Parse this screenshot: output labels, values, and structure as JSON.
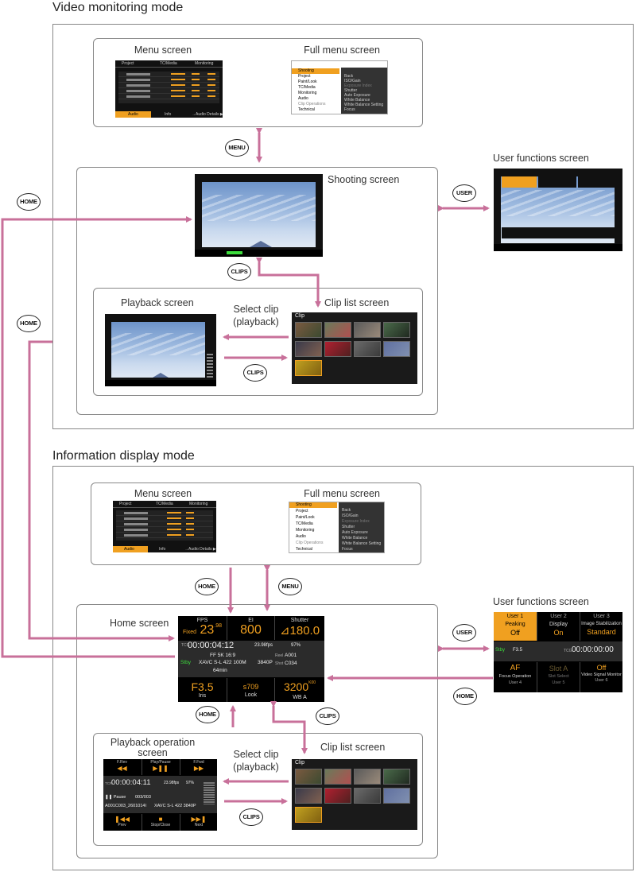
{
  "sections": {
    "video": {
      "title": "Video monitoring mode"
    },
    "info": {
      "title": "Information display mode"
    }
  },
  "labels": {
    "menu_screen": "Menu screen",
    "full_menu_screen": "Full menu screen",
    "shooting_screen": "Shooting screen",
    "user_functions_screen": "User functions screen",
    "playback_screen": "Playback screen",
    "select_clip_line1": "Select clip",
    "select_clip_line2": "(playback)",
    "clip_list_screen": "Clip list screen",
    "home_screen": "Home screen",
    "playback_operation_line1": "Playback operation",
    "playback_operation_line2": "screen"
  },
  "buttons": {
    "menu": "MENU",
    "home": "HOME",
    "user": "USER",
    "clips": "CLIPS"
  },
  "menu_screen": {
    "tabs": [
      "Project",
      "TC/Media",
      "Monitoring"
    ],
    "bottom_tabs": [
      "Audio",
      "Info",
      "→Audio Details ▶"
    ]
  },
  "full_menu": {
    "left_items": [
      "Shooting",
      "Project",
      "Paint/Look",
      "TC/Media",
      "Monitoring",
      "Audio",
      "Clip Operations",
      "Technical"
    ],
    "right_items": [
      "Back",
      "ISO/Gain",
      "Exposure Index",
      "Shutter",
      "Auto Exposure",
      "White Balance",
      "White Balance Setting",
      "Focus"
    ]
  },
  "user_functions": {
    "cells_top": [
      {
        "cap": "User 1",
        "name": "Peaking",
        "value": "Off"
      },
      {
        "cap": "User 2",
        "name": "Display",
        "value": "On"
      },
      {
        "cap": "User 3",
        "name": "Image Stabilization",
        "value": "Standard"
      }
    ],
    "mid_status": "Stby",
    "mid_iris": "F3.5",
    "mid_tc_label": "TCG",
    "mid_tc": "00:00:00:00",
    "cells_bottom": [
      {
        "value": "AF",
        "name": "Focus Operation",
        "cap": "User 4"
      },
      {
        "value": "Slot A",
        "name": "Slot Select",
        "cap": "User 5"
      },
      {
        "value": "Off",
        "name": "Video Signal Monitor",
        "cap": "User 6"
      }
    ]
  },
  "home": {
    "fps_label": "FPS",
    "fps_prefix": "Fixed",
    "fps_value": "23",
    "fps_sup": ".98",
    "ei_label": "EI",
    "ei_value": "800",
    "shutter_label": "Shutter",
    "shutter_value": "⊿180.0",
    "tc_label": "TCG",
    "tc_value": "00:00:04:12",
    "rate": "23.98fps",
    "battery": "97%",
    "format1": "FF 5K 16:9",
    "status": "Stby",
    "codec": "XAVC S-L 422 100M",
    "res": "3840P",
    "reel_label": "Reel",
    "reel": "A001",
    "shot_label": "Shot",
    "shot": "C034",
    "remain": "64min",
    "iris_value": "F3.5",
    "iris_label": "Iris",
    "look_value": "s709",
    "look_label": "Look",
    "wb_value": "3200",
    "wb_sup": "K00",
    "wb_label": "WB A"
  },
  "playback_op": {
    "btn_top": [
      {
        "cap": "F.Rev",
        "glyph": "◀◀"
      },
      {
        "cap": "Play/Pause",
        "glyph": "▶❚❚"
      },
      {
        "cap": "F.Fwd",
        "glyph": "▶▶"
      }
    ],
    "tc_label": "TCR",
    "tc": "00:00:04:11",
    "rate": "23.98fps",
    "battery": "97%",
    "state": "❚❚ Pause",
    "count": "003/003",
    "clip": "A001C003_2601014I",
    "codec": "XAVC S-L 422 3840P",
    "btn_bottom": [
      {
        "glyph": "❚◀◀",
        "cap": "Prev"
      },
      {
        "glyph": "■",
        "cap": "Stop/Close"
      },
      {
        "glyph": "▶▶❚",
        "cap": "Next"
      }
    ]
  },
  "clip_list": {
    "title": "Clip"
  },
  "colors": {
    "arrow": "#c8709a",
    "frame": "#888888",
    "orange": "#f0a020"
  }
}
